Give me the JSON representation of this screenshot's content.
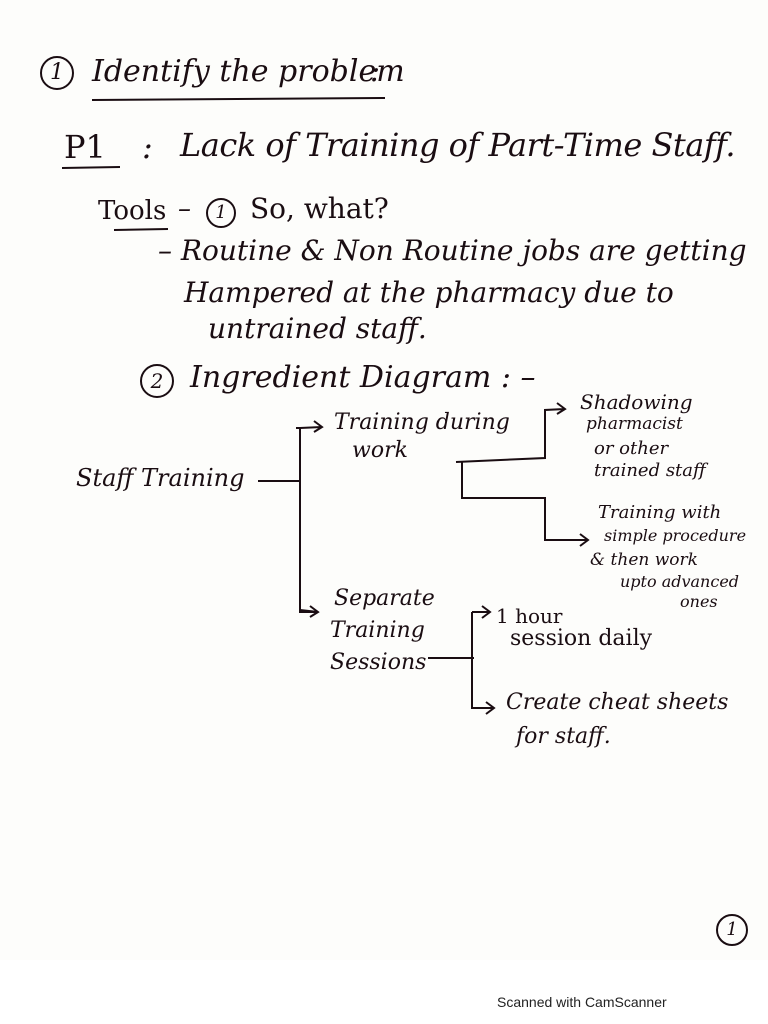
{
  "heading": {
    "number": "1",
    "title": "Identify the problem",
    "suffix": ":"
  },
  "problem": {
    "label": "P1",
    "sep": ":",
    "text": "Lack of Training of Part-Time Staff."
  },
  "tools": {
    "label": "Tools",
    "dash": "–",
    "item1_number": "1",
    "item1_title": "So, what?",
    "item1_lines": [
      "– Routine & Non Routine jobs are getting",
      "Hampered at the pharmacy due to",
      "untrained staff."
    ],
    "item2_number": "2",
    "item2_title": "Ingredient Diagram : –"
  },
  "diagram": {
    "root": "Staff Training",
    "branch1": [
      "Training during",
      "work"
    ],
    "branch1_sub1": [
      "Shadowing",
      "pharmacist",
      "or other",
      "trained staff"
    ],
    "branch1_sub2": [
      "Training with",
      "simple procedure",
      "& then work",
      "upto advanced",
      "ones"
    ],
    "branch2": [
      "Separate",
      "Training",
      "Sessions"
    ],
    "branch2_sub1": [
      "1 hour",
      "session daily"
    ],
    "branch2_sub2": [
      "Create cheat sheets",
      "for staff."
    ]
  },
  "page_number": "1",
  "footer": "Scanned with CamScanner"
}
